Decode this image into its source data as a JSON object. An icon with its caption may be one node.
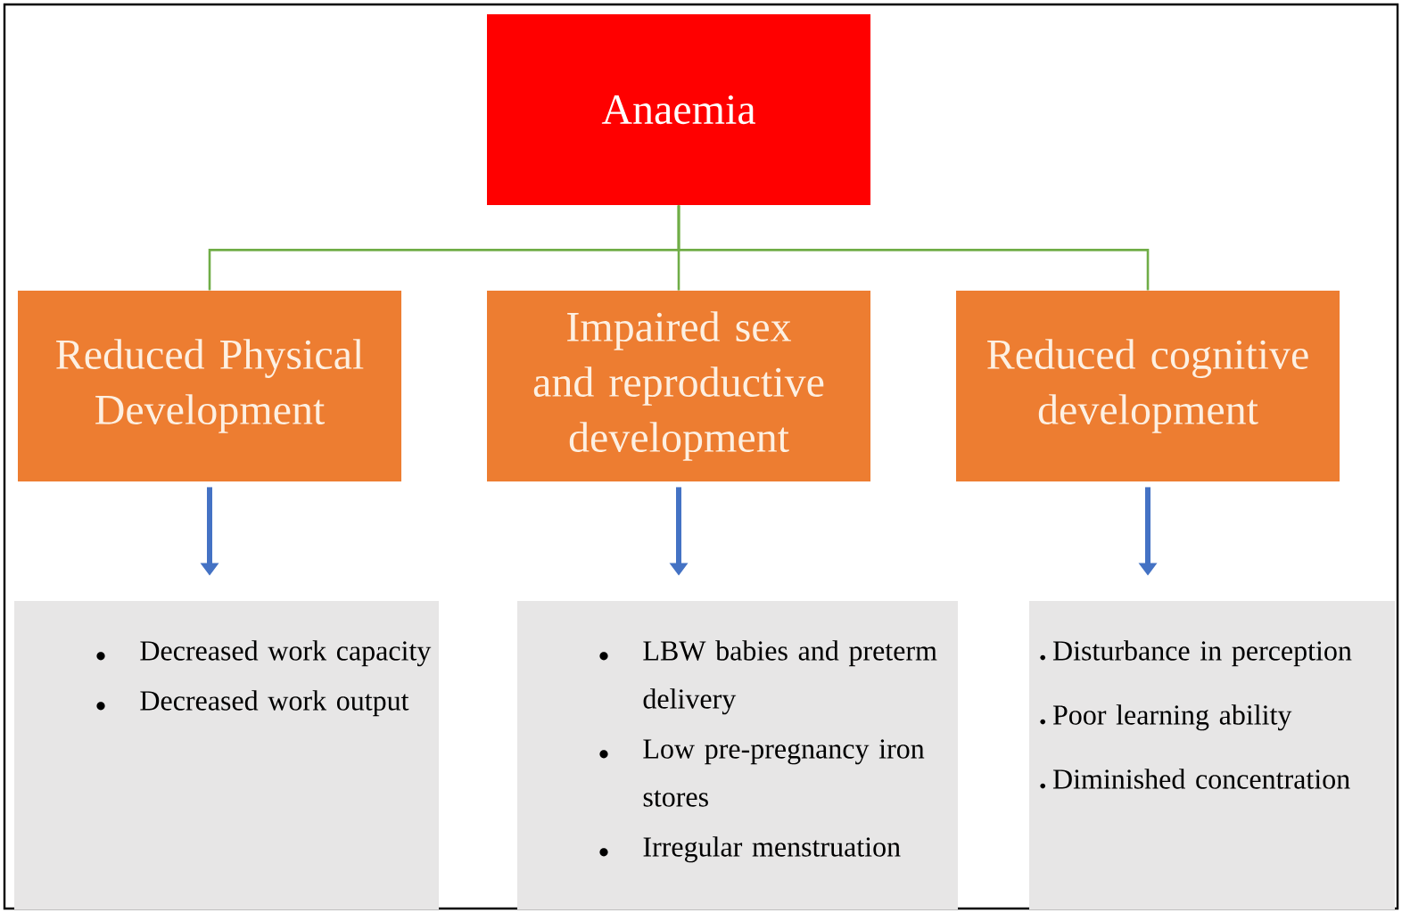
{
  "diagram": {
    "nodes": [
      {
        "text": [
          "Anaemia"
        ]
      },
      {
        "text": [
          "Reduced Physical Development"
        ]
      },
      {
        "text": [
          "Impaired sex and reproductive development"
        ]
      },
      {
        "text": [
          "Reduced cognitive development"
        ]
      },
      {
        "text": [
          "Decreased work capacity",
          "Decreased work output"
        ]
      },
      {
        "text": [
          "LBW babies and preterm delivery",
          "Low pre-pregnancy iron stores",
          "Irregular menstruation"
        ]
      },
      {
        "text": [
          "Disturbance in perception",
          "Poor learning ability",
          "Diminished concentration"
        ]
      }
    ],
    "edges": [
      {
        "from": 0,
        "to": 1,
        "arrow": "none",
        "color": "#70ad47"
      },
      {
        "from": 0,
        "to": 2,
        "arrow": "none",
        "color": "#70ad47"
      },
      {
        "from": 0,
        "to": 3,
        "arrow": "none",
        "color": "#70ad47"
      },
      {
        "from": 1,
        "to": 4,
        "arrow": "to",
        "style": "thick",
        "color": "#4472c4"
      },
      {
        "from": 2,
        "to": 5,
        "arrow": "to",
        "style": "thick",
        "color": "#4472c4"
      },
      {
        "from": 3,
        "to": 6,
        "arrow": "to",
        "style": "thick",
        "color": "#4472c4"
      }
    ]
  }
}
